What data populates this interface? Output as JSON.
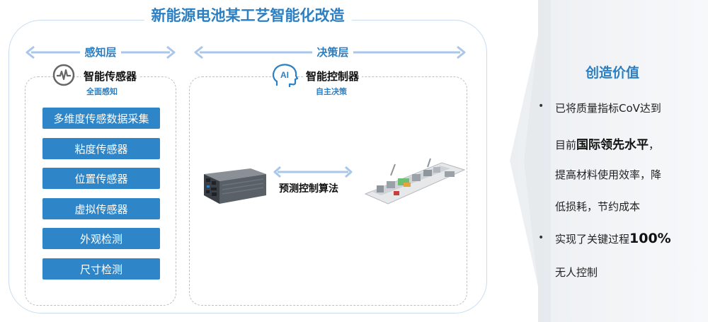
{
  "title": "新能源电池某工艺智能化改造",
  "perception": {
    "label": "感知层",
    "header": "智能传感器",
    "sub": "全面感知",
    "items": [
      "多维度传感数据采集",
      "粘度传感器",
      "位置传感器",
      "虚拟传感器",
      "外观检测",
      "尺寸检测"
    ]
  },
  "decision": {
    "label": "决策层",
    "header": "智能控制器",
    "sub": "自主决策",
    "ai_badge": "AI",
    "algorithm": "预测控制算法"
  },
  "value": {
    "title": "创造价值",
    "bullet1": {
      "line1": "已将质量指标CoV达到",
      "line2_pre": "目前",
      "line2_bold": "国际领先水平",
      "line2_post": "，",
      "line3": "提高材料使用效率，降",
      "line4": "低损耗，节约成本"
    },
    "bullet2": {
      "line1_pre": "实现了关键过程",
      "line1_bold": "100%",
      "line2": "无人控制"
    }
  },
  "colors": {
    "accent": "#2b7fc3",
    "button": "#2e86c8",
    "arrow": "#a9c7ea"
  }
}
